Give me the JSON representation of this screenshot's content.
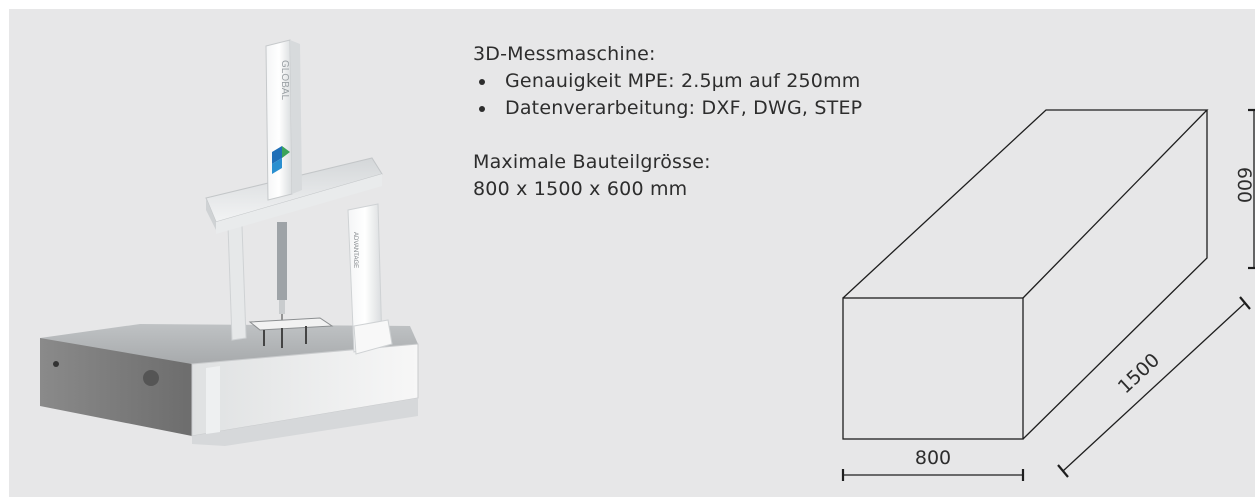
{
  "description": {
    "heading": "3D-Messmaschine:",
    "bullets": [
      "Genauigkeit MPE: 2.5µm auf 250mm",
      "Datenverarbeitung: DXF, DWG, STEP"
    ],
    "size_heading": "Maximale Bauteilgrösse:",
    "size_value": "800 x 1500 x 600 mm"
  },
  "machine_image": {
    "column_logo_text": "GLOBAL",
    "side_logo_text": "ADVANTAGE"
  },
  "dimension_drawing": {
    "width_label": "800",
    "depth_label": "1500",
    "height_label": "600"
  },
  "colors": {
    "panel_bg": "#e7e7e8",
    "text": "#2d2d2d",
    "logo_blue": "#1f6fb8",
    "logo_green": "#3aa35a"
  }
}
